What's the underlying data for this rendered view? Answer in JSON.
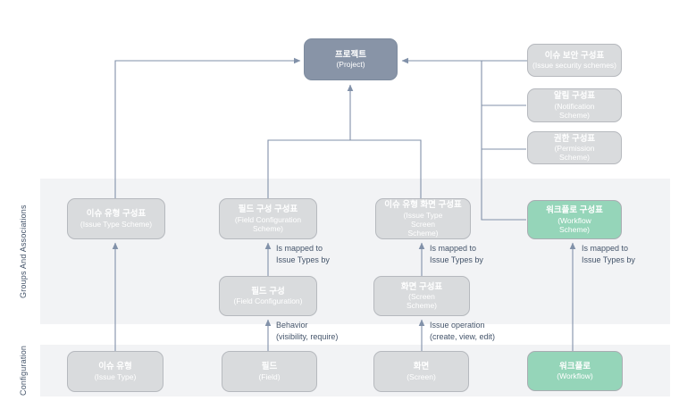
{
  "diagram": {
    "bands": [
      {
        "label": "Groups And Associations"
      },
      {
        "label": "Configuration"
      }
    ],
    "nodes": {
      "project": {
        "ko": "프로젝트",
        "en": "(Project)"
      },
      "issue_security": {
        "ko": "이슈 보안 구성표",
        "en": "(Issue security schemes)"
      },
      "notification": {
        "ko": "알림 구성표",
        "en": "(Notification\nScheme)"
      },
      "permission": {
        "ko": "권한 구성표",
        "en": "(Permission\nScheme)"
      },
      "issue_type_scheme": {
        "ko": "이슈 유형 구성표",
        "en": "(Issue Type Scheme)"
      },
      "field_config_scheme": {
        "ko": "필드 구성 구성표",
        "en": "(Field Configuration\nScheme)"
      },
      "issue_type_screen_scheme": {
        "ko": "이슈 유형 화면 구성표",
        "en": "(Issue Type\nScreen\nScheme)"
      },
      "workflow_scheme": {
        "ko": "워크플로 구성표",
        "en": "(Workflow\nScheme)"
      },
      "field_configuration": {
        "ko": "필드 구성",
        "en": "(Field Configuration)"
      },
      "screen_scheme": {
        "ko": "화면 구성표",
        "en": "(Screen\nScheme)"
      },
      "issue_type": {
        "ko": "이슈 유형",
        "en": "(Issue Type)"
      },
      "field": {
        "ko": "필드",
        "en": "(Field)"
      },
      "screen": {
        "ko": "화면",
        "en": "(Screen)"
      },
      "workflow": {
        "ko": "워크플로",
        "en": "(Workflow)"
      }
    },
    "edge_labels": {
      "mapped_field": "Is mapped to\nIssue Types by",
      "mapped_screen": "Is mapped to\nIssue Types by",
      "mapped_workflow": "Is mapped to\nIssue Types by",
      "behavior": "Behavior\n(visibility, require)",
      "issue_operation": "Issue operation\n(create, view, edit)"
    },
    "colors": {
      "project_fill": "#8894a7",
      "scheme_fill": "#d9dbdd",
      "workflow_fill": "#95d5b9",
      "connector": "#8191a9",
      "band_fill": "#f2f3f5",
      "annotation_text": "#44546a",
      "node_text": "#ffffff"
    }
  }
}
